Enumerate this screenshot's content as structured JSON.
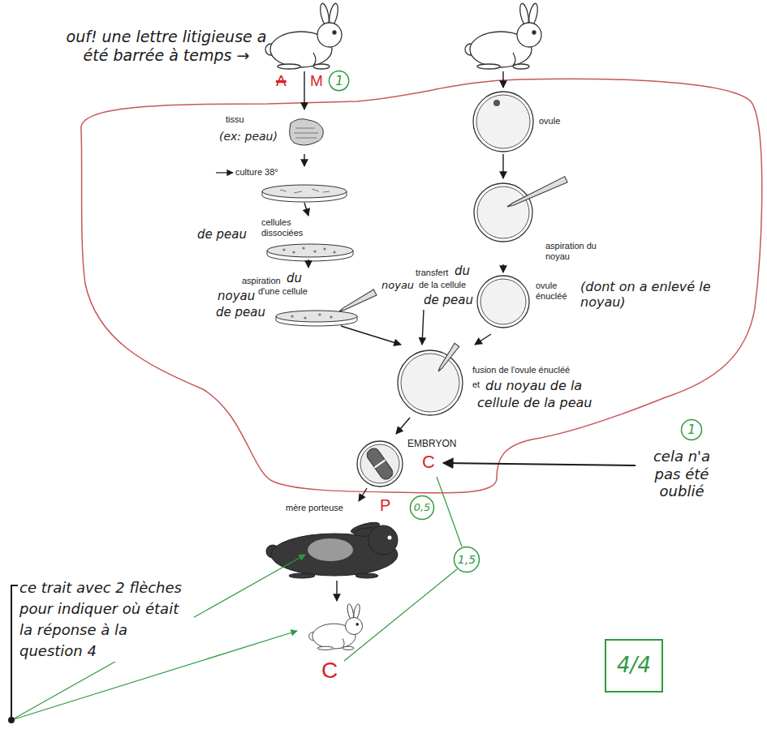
{
  "diagram": {
    "nodes": [
      {
        "text": [
          "1"
        ]
      },
      {
        "text": [
          "tissu",
          "(ex: peau)"
        ]
      },
      {
        "text": [
          "ovule"
        ]
      },
      {
        "text": [
          "culture 38°"
        ]
      },
      {
        "text": [
          "cellules dissociées",
          "de peau"
        ]
      },
      {
        "text": [
          "aspiration du noyau"
        ]
      },
      {
        "text": [
          "aspiration",
          "du",
          "d'une cellule",
          "noyau",
          "de peau"
        ]
      },
      {
        "text": [
          "transfert",
          "du",
          "noyau",
          "de la cellule",
          "de peau"
        ]
      },
      {
        "text": [
          "ovule énucléé",
          "(dont on a enlevé le noyau)"
        ]
      },
      {
        "text": [
          "fusion de l'ovule énucléé",
          "et",
          "du noyau de la",
          "cellule de la peau"
        ]
      },
      {
        "text": [
          "EMBRYON"
        ]
      },
      {
        "text": [
          "1"
        ]
      },
      {
        "text": [
          "mère porteuse"
        ]
      },
      {
        "text": [
          "0,5"
        ]
      },
      {
        "text": [
          "1,5"
        ]
      },
      {
        "text": [
          "4/4"
        ]
      }
    ],
    "edges": [
      {
        "from": 1,
        "to": 3,
        "arrow": "to"
      },
      {
        "from": 3,
        "to": 4,
        "arrow": "to"
      },
      {
        "from": 4,
        "to": 6,
        "arrow": "to"
      },
      {
        "from": 2,
        "to": 5,
        "arrow": "to"
      },
      {
        "from": 5,
        "to": 8,
        "arrow": "to"
      },
      {
        "from": 6,
        "to": 9,
        "arrow": "to"
      },
      {
        "from": 7,
        "to": 9,
        "arrow": "to"
      },
      {
        "from": 8,
        "to": 9,
        "arrow": "to"
      },
      {
        "from": 9,
        "to": 10,
        "arrow": "to"
      },
      {
        "from": 10,
        "to": 12,
        "arrow": "to"
      }
    ],
    "labels": [
      "ouf! une lettre litigieuse a été barrée à temps →",
      "A",
      "M",
      "C",
      "cela n'a pas été oublié",
      "P",
      "C",
      "ce trait avec 2 flèches pour indiquer où était la réponse à la question 4"
    ]
  }
}
